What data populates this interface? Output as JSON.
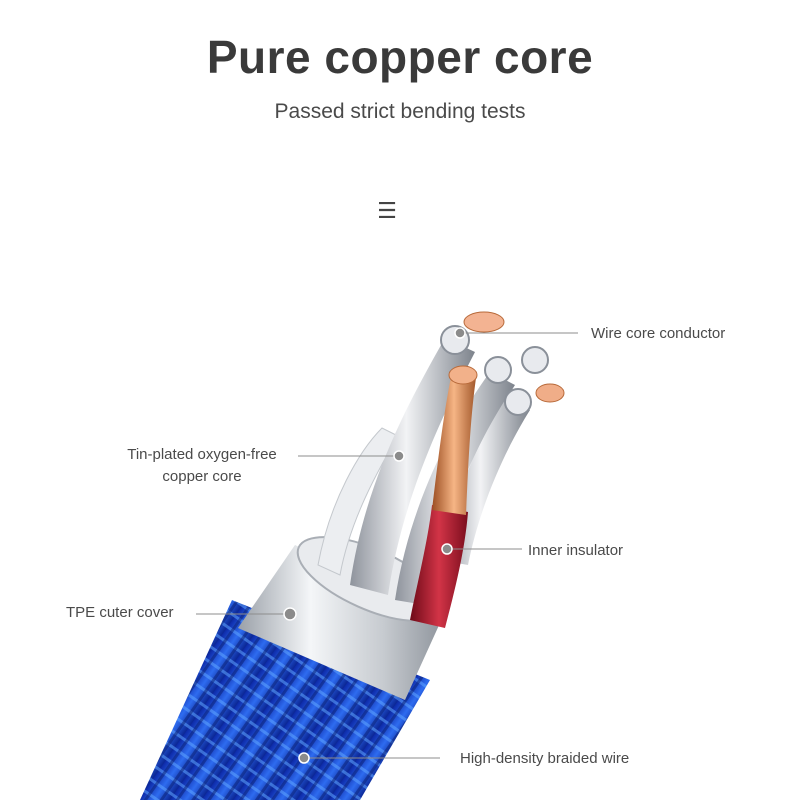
{
  "header": {
    "title": "Pure copper core",
    "subtitle": "Passed strict bending tests",
    "menu_glyph": "☰"
  },
  "labels": {
    "wire_core_conductor": "Wire core conductor",
    "tin_plated_line1": "Tin-plated oxygen-free",
    "tin_plated_line2": "copper core",
    "inner_insulator": "Inner insulator",
    "tpe_cover": "TPE cuter cover",
    "braided_wire": "High-density braided wire"
  },
  "colors": {
    "braid": "#1f4fd6",
    "copper": "#d9875a",
    "insulator": "#b3172f",
    "sleeve": "#cfd2d6"
  }
}
